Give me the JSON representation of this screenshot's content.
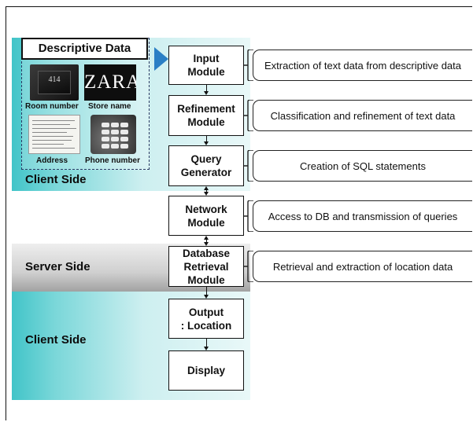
{
  "sides": {
    "client_top": "Client Side",
    "server": "Server Side",
    "client_bottom": "Client Side"
  },
  "descriptive": {
    "title": "Descriptive Data",
    "items": [
      {
        "caption": "Room number",
        "image_text": "414"
      },
      {
        "caption": "Store name",
        "image_text": "ZARA"
      },
      {
        "caption": "Address",
        "image_text": ""
      },
      {
        "caption": "Phone number",
        "image_text": ""
      }
    ]
  },
  "modules": [
    {
      "label": "Input\nModule",
      "description": "Extraction of text data from descriptive data"
    },
    {
      "label": "Refinement\nModule",
      "description": "Classification and refinement of text data"
    },
    {
      "label": "Query\nGenerator",
      "description": "Creation of SQL statements"
    },
    {
      "label": "Network\nModule",
      "description": "Access to DB and transmission of queries"
    },
    {
      "label": "Database\nRetrieval\nModule",
      "description": "Retrieval and extraction of location data"
    },
    {
      "label": "Output\n: Location",
      "description": ""
    },
    {
      "label": "Display",
      "description": ""
    }
  ],
  "colors": {
    "client_band": "#41c4c8",
    "server_band": "#9f9f9f",
    "input_arrow": "#2a7fc5"
  }
}
